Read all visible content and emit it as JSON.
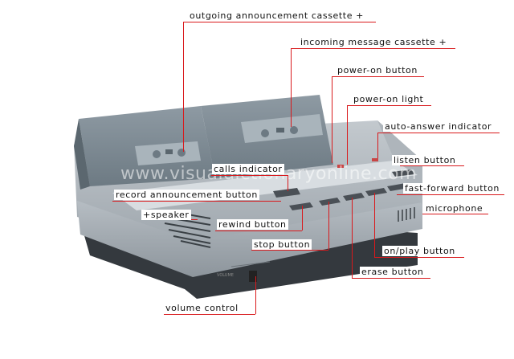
{
  "labels": {
    "outgoing_cassette": "outgoing announcement cassette +",
    "incoming_cassette": "incoming message cassette +",
    "power_on_button": "power-on button",
    "power_on_light": "power-on light",
    "auto_answer": "auto-answer indicator",
    "listen_button": "listen button",
    "calls_indicator": "calls indicator",
    "fast_forward": "fast-forward button",
    "record_announcement": "record announcement button",
    "microphone": "microphone",
    "speaker": "+speaker",
    "rewind_button": "rewind button",
    "stop_button": "stop button",
    "on_play_button": "on/play button",
    "erase_button": "erase button",
    "volume_control": "volume control"
  },
  "device": {
    "volume_marking": "VOLUME"
  },
  "watermark": "www.visualdictionaryonline.com",
  "colors": {
    "callout_line": "#d9191c",
    "device_body": "#9aa3aa",
    "device_dark": "#3c4247",
    "lid": "#7d8a93"
  }
}
